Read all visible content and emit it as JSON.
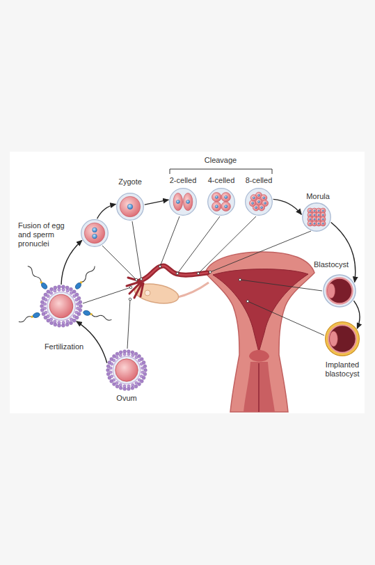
{
  "diagram": {
    "nodes": [
      {
        "text": [
          "Ovum"
        ]
      },
      {
        "text": [
          "Fertilization"
        ]
      },
      {
        "text": [
          "Fusion of egg and sperm pronuclei"
        ]
      },
      {
        "text": [
          "Zygote"
        ]
      },
      {
        "text": [
          "2-celled"
        ]
      },
      {
        "text": [
          "4-celled"
        ]
      },
      {
        "text": [
          "8-celled"
        ]
      },
      {
        "text": [
          "Morula"
        ]
      },
      {
        "text": [
          "Blastocyst"
        ]
      },
      {
        "text": [
          "Implanted blastocyst"
        ]
      }
    ],
    "edges": [
      {
        "from": 0,
        "to": 1,
        "arrow": "to"
      },
      {
        "from": 1,
        "to": 2,
        "arrow": "to"
      },
      {
        "from": 2,
        "to": 3,
        "arrow": "to"
      },
      {
        "from": 3,
        "to": 4,
        "arrow": "to"
      },
      {
        "from": 6,
        "to": 7,
        "arrow": "to"
      },
      {
        "from": 7,
        "to": 8,
        "arrow": "to"
      },
      {
        "from": 8,
        "to": 9,
        "arrow": "to"
      }
    ],
    "labels": [
      "Cleavage"
    ]
  }
}
